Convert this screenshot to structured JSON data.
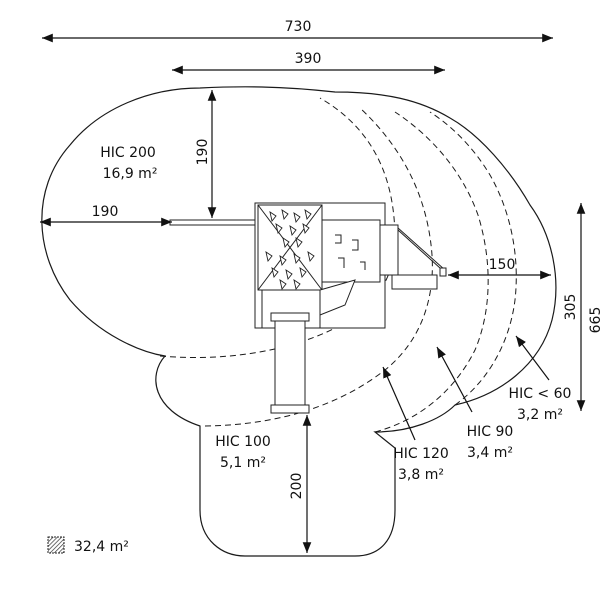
{
  "dimensions": {
    "overall_width": "730",
    "inner_width": "390",
    "left_depth": "190",
    "top_depth": "190",
    "right_depth": "150",
    "right_height": "305",
    "overall_height": "665",
    "bottom_depth": "200"
  },
  "zones": {
    "hic200": {
      "name": "HIC 200",
      "area": "16,9 m²"
    },
    "hic100": {
      "name": "HIC 100",
      "area": "5,1 m²"
    },
    "hic120": {
      "name": "HIC 120",
      "area": "3,8 m²"
    },
    "hic90": {
      "name": "HIC 90",
      "area": "3,4 m²"
    },
    "hic60": {
      "name": "HIC < 60",
      "area": "3,2 m²"
    }
  },
  "legend": {
    "area": "32,4 m²"
  },
  "colors": {
    "stroke": "#1a1a1a",
    "background": "#ffffff"
  }
}
